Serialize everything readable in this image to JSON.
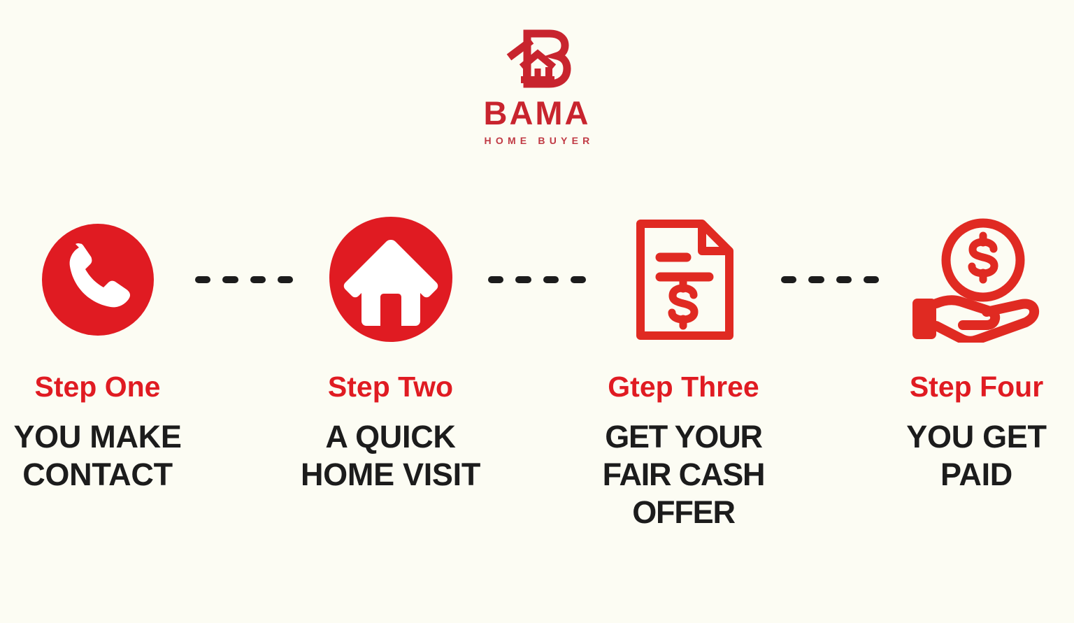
{
  "brand": {
    "mark_name": "bama-b-house-logo",
    "wordmark": "BAMA",
    "tagline": "HOME BUYER",
    "accent_color": "#e01b22",
    "wordmark_color": "#c8242e",
    "background_color": "#fcfcf3",
    "text_color": "#1c1c1c"
  },
  "steps": [
    {
      "eyebrow": "Step One",
      "title": "YOU MAKE\nCONTACT",
      "icon": "phone-icon"
    },
    {
      "eyebrow": "Step Two",
      "title": "A QUICK\nHOME VISIT",
      "icon": "house-icon"
    },
    {
      "eyebrow": "Gtep Three",
      "title": "GET YOUR\nFAIR CASH OFFER",
      "icon": "document-dollar-icon"
    },
    {
      "eyebrow": "Step Four",
      "title": "YOU GET\nPAID",
      "icon": "hand-coin-icon"
    }
  ],
  "connectors": {
    "dash_count": 4,
    "dash_color": "#1c1c1c",
    "count": 3
  }
}
